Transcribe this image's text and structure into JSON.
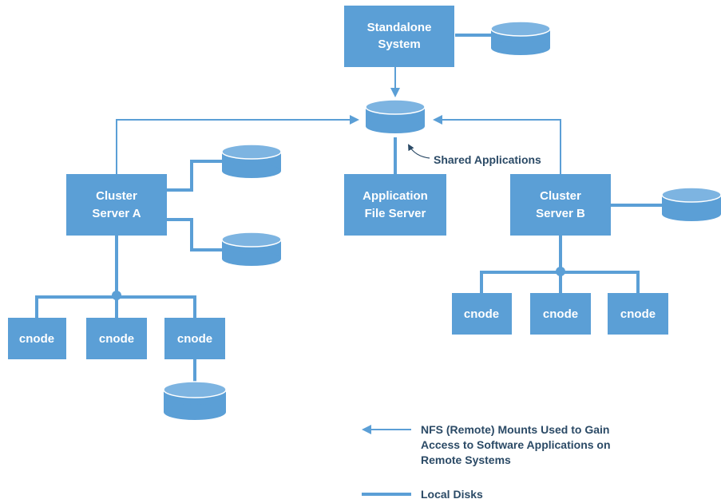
{
  "colors": {
    "node_fill": "#5b9fd6",
    "line": "#5b9fd6",
    "label_text": "#ffffff",
    "note_text": "#2b4a66"
  },
  "nodes": {
    "standalone": {
      "line1": "Standalone",
      "line2": "System"
    },
    "server_a": {
      "line1": "Cluster",
      "line2": "Server A"
    },
    "app_server": {
      "line1": "Application",
      "line2": "File Server"
    },
    "server_b": {
      "line1": "Cluster",
      "line2": "Server B"
    },
    "cnode_label": "cnode"
  },
  "annotations": {
    "shared_applications": "Shared Applications"
  },
  "legend": {
    "nfs_line1": "NFS (Remote) Mounts Used to Gain",
    "nfs_line2": "Access to Software Applications on",
    "nfs_line3": "Remote Systems",
    "local_disks": "Local Disks"
  }
}
